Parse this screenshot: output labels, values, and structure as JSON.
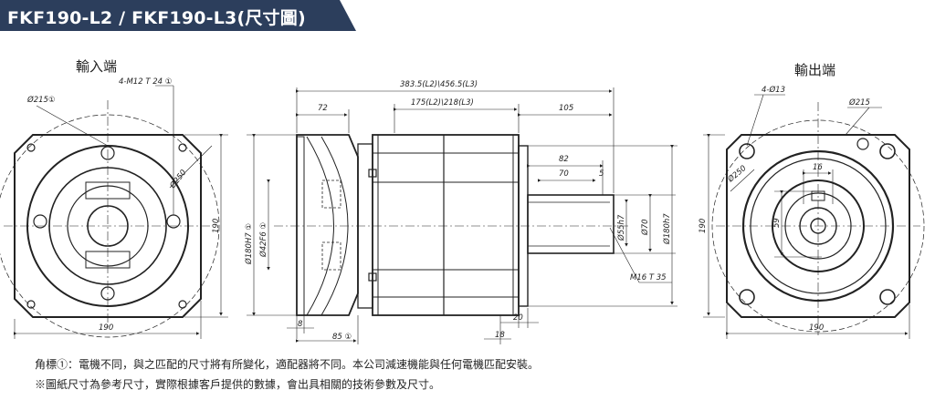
{
  "header": {
    "title": "FKF190-L2 / FKF190-L3(尺寸圖)",
    "bg_color": "#2c3e5c"
  },
  "labels": {
    "input_side": "輸入端",
    "output_side": "輸出端"
  },
  "input_view": {
    "bolt_note": "4-M12 T 24 ①",
    "pcd_note": "Ø215①",
    "pilot_note": "Ø250",
    "height": "190",
    "width": "190"
  },
  "side_view": {
    "overall_length": "383.5(L2)\\456.5(L3)",
    "body_length": "175(L2)\\218(L3)",
    "flange_len": "72",
    "shaft_len": "105",
    "d1": "82",
    "d2": "70",
    "d3": "5",
    "bore_dia": "Ø180H7 ①",
    "pilot_dia": "Ø42F6 ①",
    "shaft_dia": "Ø55h7",
    "shaft_dia2": "Ø70",
    "out_pilot": "Ø180h7",
    "thread": "M16 T 35",
    "dim_8": "8",
    "dim_85": "85 ①",
    "dim_20": "20",
    "dim_18": "18"
  },
  "output_view": {
    "holes": "4-Ø13",
    "pcd": "Ø215",
    "flange_dia": "Ø250",
    "key_w": "16",
    "key_h": "59",
    "height": "190",
    "width": "190"
  },
  "notes": {
    "line1": "角標①：電機不同，與之匹配的尺寸將有所變化，適配器將不同。本公司減速機能與任何電機匹配安裝。",
    "line2": "※圖紙尺寸為參考尺寸，實際根據客戶提供的數據，會出具相關的技術參數及尺寸。"
  }
}
